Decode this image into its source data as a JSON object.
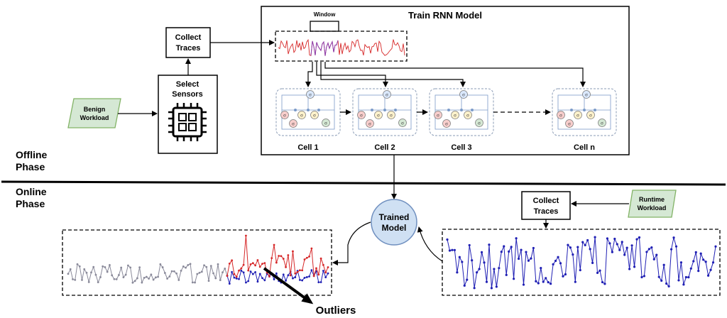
{
  "labels": {
    "window": "Window",
    "train_rnn_model": "Train RNN Model",
    "collect_traces_top": [
      "Collect",
      "Traces"
    ],
    "select_sensors": [
      "Select",
      "Sensors"
    ],
    "benign_workload": [
      "Benign",
      "Workload"
    ],
    "cells": [
      "Cell 1",
      "Cell 2",
      "Cell 3",
      "Cell n"
    ],
    "offline_phase": [
      "Offline",
      "Phase"
    ],
    "online_phase": [
      "Online",
      "Phase"
    ],
    "trained_model": [
      "Trained",
      "Model"
    ],
    "collect_traces_right": [
      "Collect",
      "Traces"
    ],
    "runtime_workload": [
      "Runtime",
      "Workload"
    ],
    "outliers": "Outliers",
    "sigma": "σ"
  },
  "colors": {
    "red_trace": "#d62728",
    "blue_trace": "#1f1fb4",
    "gray_trace": "#8a8a9a",
    "purple_window": "#8a3fb0",
    "model_fill": "#cfe0f3",
    "model_stroke": "#6f8fbf",
    "workload_fill": "#d5e8d4",
    "workload_stroke": "#82b366",
    "gate_red": "#f8cecc",
    "gate_yellow": "#fff2cc",
    "gate_green": "#d5e8d4",
    "gate_blue": "#dae8fc"
  }
}
